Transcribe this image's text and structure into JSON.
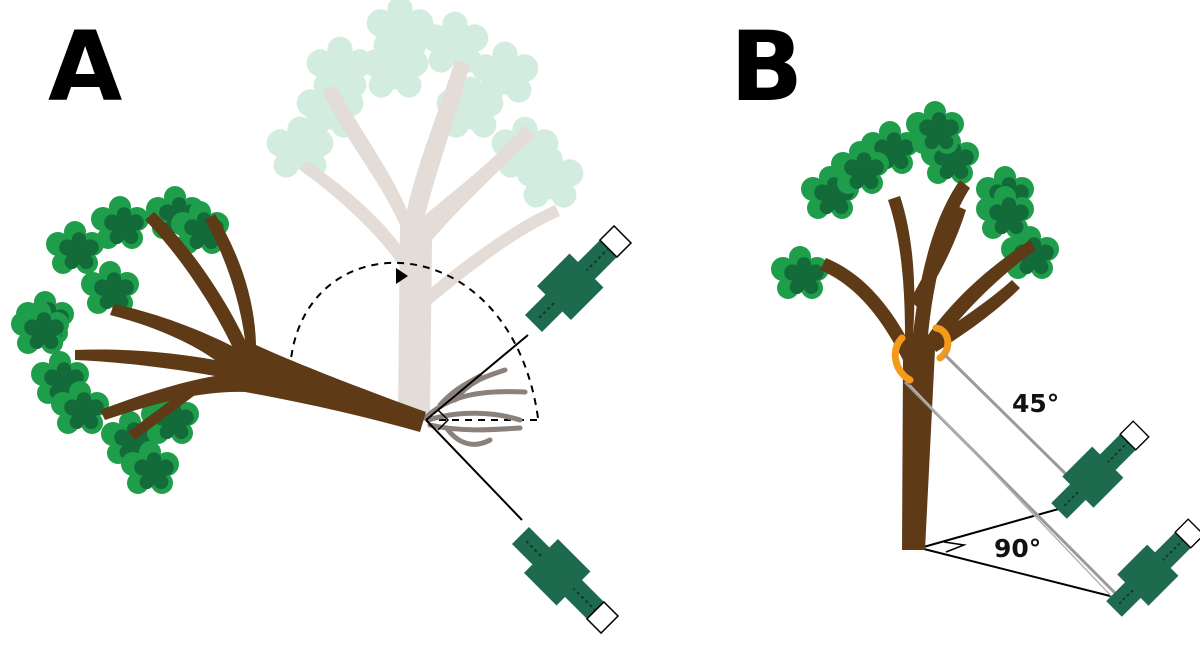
{
  "panels": [
    {
      "label": "A"
    },
    {
      "label": "B"
    }
  ],
  "angles": {
    "cable_angle": "45°",
    "anchor_angle": "90°"
  },
  "colors": {
    "foliage_light": "#1e9e4a",
    "foliage_dark": "#146b3a",
    "trunk": "#5e3a17",
    "ghost_tree_trunk": "#e3dcd7",
    "ghost_tree_foliage": "#d3ece0",
    "roots": "#8a817c",
    "anchor_body": "#1d6a4f",
    "anchor_clamp": "#175a42",
    "sling": "#f39a1e",
    "cable": "#9a9a9a",
    "line": "#000000"
  },
  "icons": {
    "pull_direction": "dashed-arc-arrow-icon",
    "right_angle": "right-angle-marker-icon",
    "anchor": "ground-anchor-stake-icon",
    "sling": "tree-sling-icon"
  }
}
